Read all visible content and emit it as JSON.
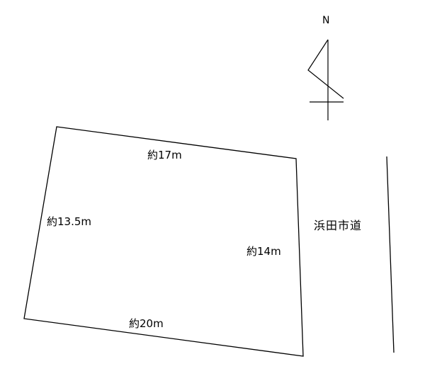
{
  "north_label": "N",
  "dimensions": {
    "top": "約17m",
    "left": "約13.5m",
    "right": "約14m",
    "bottom": "約20m"
  },
  "road_label": "浜田市道",
  "line_color": "#000000",
  "background_color": "#ffffff"
}
